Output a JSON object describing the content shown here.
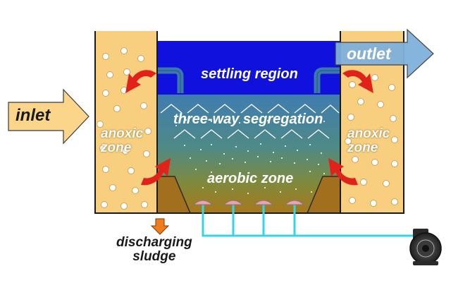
{
  "labels": {
    "inlet": "inlet",
    "outlet": "outlet",
    "settling_region": "settling region",
    "three_way_segregation": "three-way segregation",
    "aerobic_zone": "aerobic zone",
    "anoxic_left": "anoxic\nzone",
    "anoxic_right": "anoxic\nzone",
    "discharging_sludge": "discharging\nsludge"
  },
  "colors": {
    "anoxic_fill": "#f8cf7f",
    "settling_fill": "#1111dd",
    "aerobic_top": "#3d7ab0",
    "aerobic_bottom": "#a37a1e",
    "inlet_arrow": "#fbd58a",
    "outlet_arrow": "#7fb0dc",
    "air_line": "#33d6e8",
    "flow_arrow": "#e0221a",
    "discharge_arrow": "#f07d1c"
  },
  "icons": {
    "blower": "blower-icon",
    "diffuser": "diffuser-icon"
  }
}
